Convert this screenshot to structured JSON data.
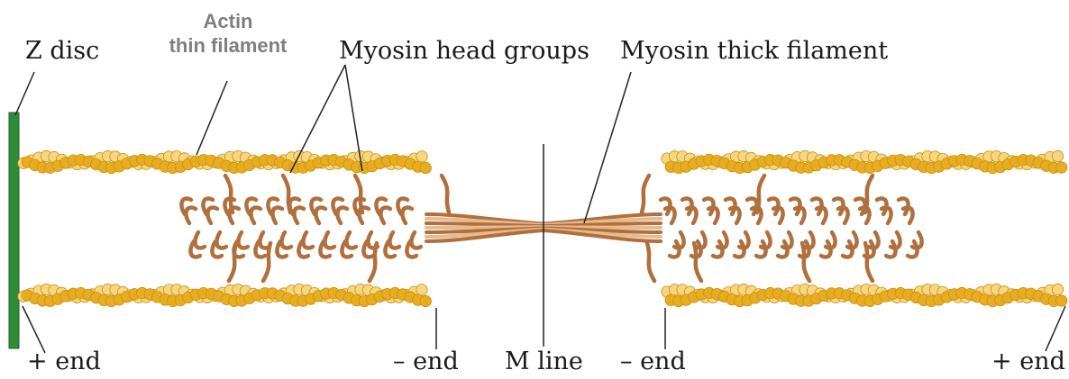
{
  "labels": {
    "z_disc": "Z disc",
    "actin_line1": "Actin",
    "actin_line2": "thin filament",
    "myosin_heads": "Myosin head groups",
    "myosin_thick": "Myosin thick filament",
    "plus_end_left": "+ end",
    "minus_end_left": "– end",
    "m_line": "M line",
    "minus_end_right": "– end",
    "plus_end_right": "+ end"
  },
  "colors": {
    "z_disc": "#2e8b3a",
    "actin_light": "#f6d680",
    "actin_dark": "#e8ad1f",
    "actin_outline": "#c98f10",
    "myosin_light": "#e9b98f",
    "myosin_dark": "#b0703e",
    "line": "#222222",
    "actin_label": "#7f7f7f"
  }
}
